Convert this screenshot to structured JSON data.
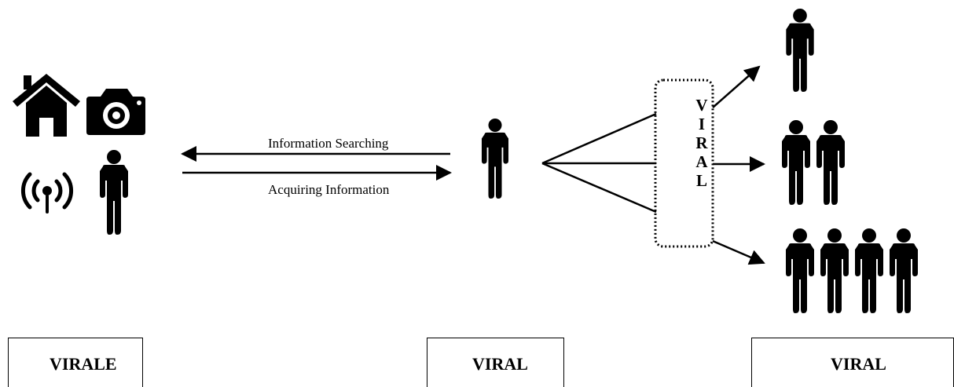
{
  "arrows": {
    "top_label": "Information Searching",
    "bottom_label": "Acquiring Information"
  },
  "viral_vertical": [
    "V",
    "I",
    "R",
    "A",
    "L"
  ],
  "boxes": [
    {
      "label": "VIRALE"
    },
    {
      "label": "VIRAL"
    },
    {
      "label": "VIRAL"
    }
  ],
  "icons": {
    "source": [
      "house-icon",
      "camera-icon",
      "wireless-signal-icon",
      "person-icon"
    ],
    "center": "person-icon",
    "audiences": [
      "person-icon",
      "two-people-icon",
      "four-people-icon"
    ]
  },
  "colors": {
    "ink": "#000000",
    "background": "#ffffff"
  }
}
